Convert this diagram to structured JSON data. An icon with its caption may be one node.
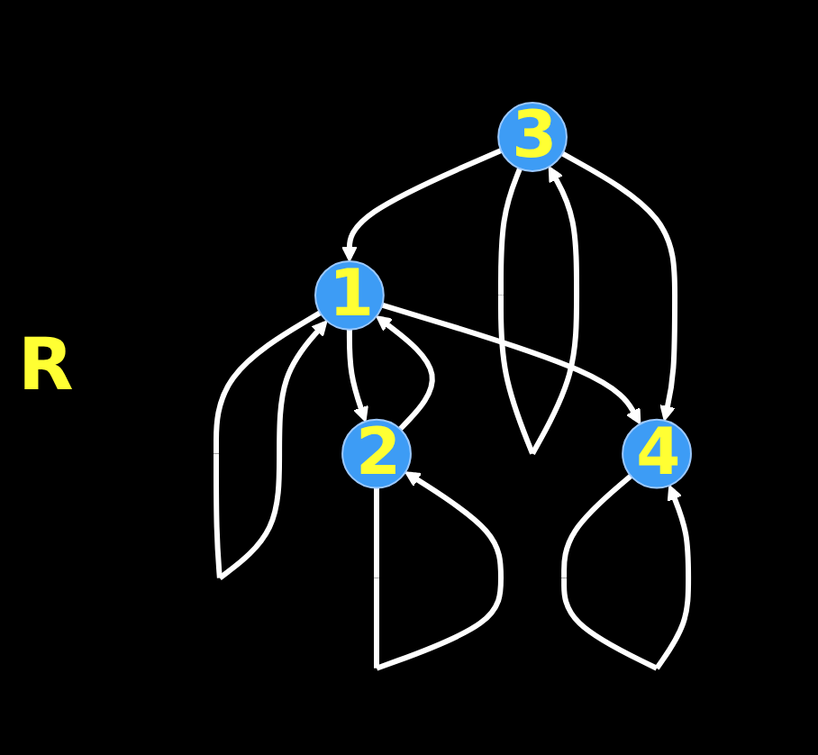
{
  "diagram": {
    "nodes": [
      {
        "text": [
          "1"
        ]
      },
      {
        "text": [
          "2"
        ]
      },
      {
        "text": [
          "3"
        ]
      },
      {
        "text": [
          "4"
        ]
      }
    ],
    "edges": [
      {
        "from": 0,
        "to": 0,
        "arrow": "to"
      },
      {
        "from": 0,
        "to": 1,
        "arrow": "to"
      },
      {
        "from": 1,
        "to": 1,
        "arrow": "to"
      },
      {
        "from": 1,
        "to": 0,
        "arrow": "to"
      },
      {
        "from": 0,
        "to": 3,
        "arrow": "to"
      },
      {
        "from": 2,
        "to": 0,
        "arrow": "to"
      },
      {
        "from": 2,
        "to": 2,
        "arrow": "to"
      },
      {
        "from": 2,
        "to": 3,
        "arrow": "to"
      },
      {
        "from": 3,
        "to": 3,
        "arrow": "to"
      }
    ],
    "labels": [
      "R"
    ]
  }
}
